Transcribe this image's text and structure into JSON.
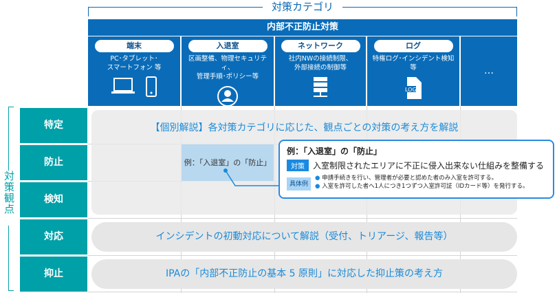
{
  "category_title": "対策カテゴリ",
  "header": "内部不正防止対策",
  "columns": [
    {
      "label": "端末",
      "desc": "PC･タブレット･\nスマートフォン 等",
      "icon": "laptop-smartphone-icon"
    },
    {
      "label": "入退室",
      "desc": "区画整備、物理セキュリティ、\n管理手順･ポリシー等",
      "icon": "person-icon"
    },
    {
      "label": "ネットワーク",
      "desc": "社内NWの接続制限、\n外部接続の制御等",
      "icon": "server-icon"
    },
    {
      "label": "ログ",
      "desc": "特権ログ･インシデント検知\n等",
      "icon": "log-file-icon"
    },
    {
      "label": "…"
    }
  ],
  "viewpoint_title": "対策観点",
  "rows": [
    "特定",
    "防止",
    "検知",
    "対応",
    "抑止"
  ],
  "panel_main": "【個別解説】各対策カテゴリに応じた、観点ごとの対策の考え方を解説",
  "panel_response": "インシデントの初動対応について解説（受付、トリアージ、報告等）",
  "panel_deter": "IPAの「内部不正防止の基本 5 原則」に対応した抑止策の考え方",
  "example_cell": "例：「入退室」の「防止」",
  "callout": {
    "title": "例：「入退室」の「防止」",
    "measure_tag": "対策",
    "measure": "入室制限されたエリアに不正に侵入出来ない仕組みを整備する",
    "example_tag": "具体例",
    "examples": [
      "申請手続きを行い、管理者が必要と認めた者のみ入室を許可する。",
      "入室を許可した者へ1人につき1つずつ入室許可証（IDカード等）を発行する。"
    ]
  },
  "colors": {
    "header": "#0a6cb8",
    "teal": "#00a0a8",
    "text_blue": "#1a8ad8"
  }
}
